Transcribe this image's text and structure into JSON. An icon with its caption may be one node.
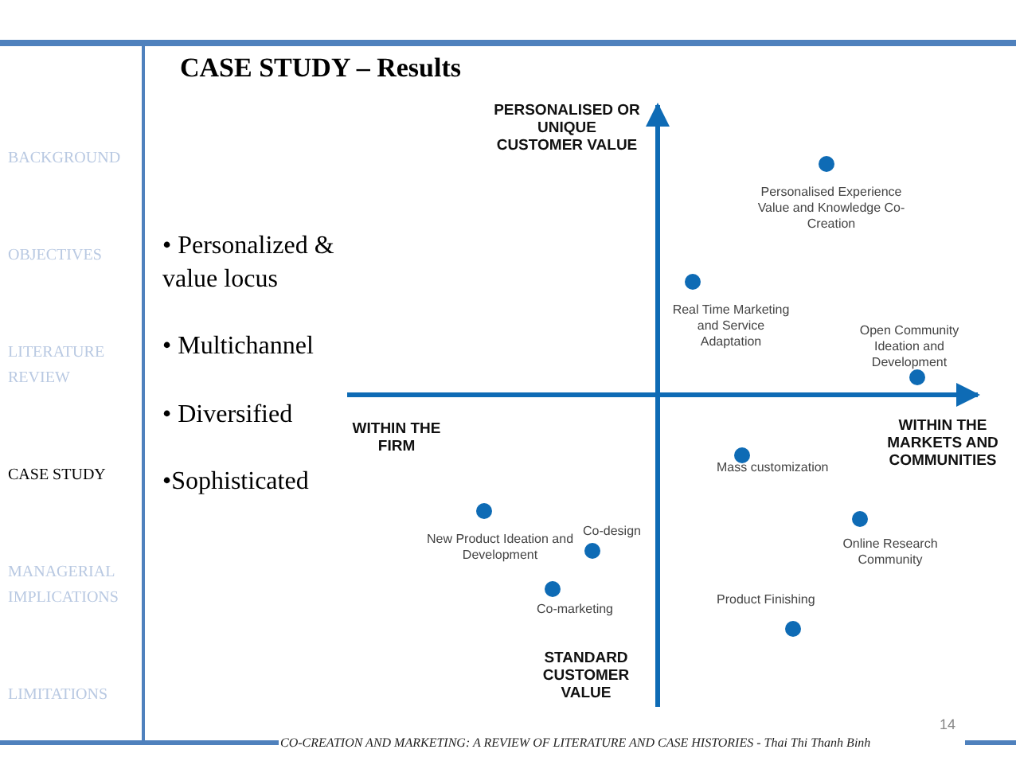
{
  "diagram": {
    "title": "CASE STUDY – Results",
    "labels": [
      "BACKGROUND",
      "OBJECTIVES",
      "LITERATURE REVIEW",
      "CASE STUDY",
      "MANAGERIAL IMPLICATIONS",
      "LIMITATIONS",
      "• Personalized & value locus",
      "• Multichannel",
      "• Diversified",
      "•Sophisticated",
      "PERSONALISED OR UNIQUE CUSTOMER VALUE",
      "WITHIN THE FIRM",
      "WITHIN THE MARKETS AND COMMUNITIES",
      "STANDARD CUSTOMER VALUE",
      "Personalised Experience Value and Knowledge Co-Creation",
      "Real Time Marketing and Service Adaptation",
      "Open Community Ideation and Development",
      "Mass customization",
      "New Product Ideation and Development",
      "Co-design",
      "Online Research Community",
      "Co-marketing",
      "Product Finishing",
      "14",
      "CO-CREATION AND MARKETING: A REVIEW OF LITERATURE AND CASE HISTORIES - Thai Thi Thanh Binh"
    ]
  }
}
